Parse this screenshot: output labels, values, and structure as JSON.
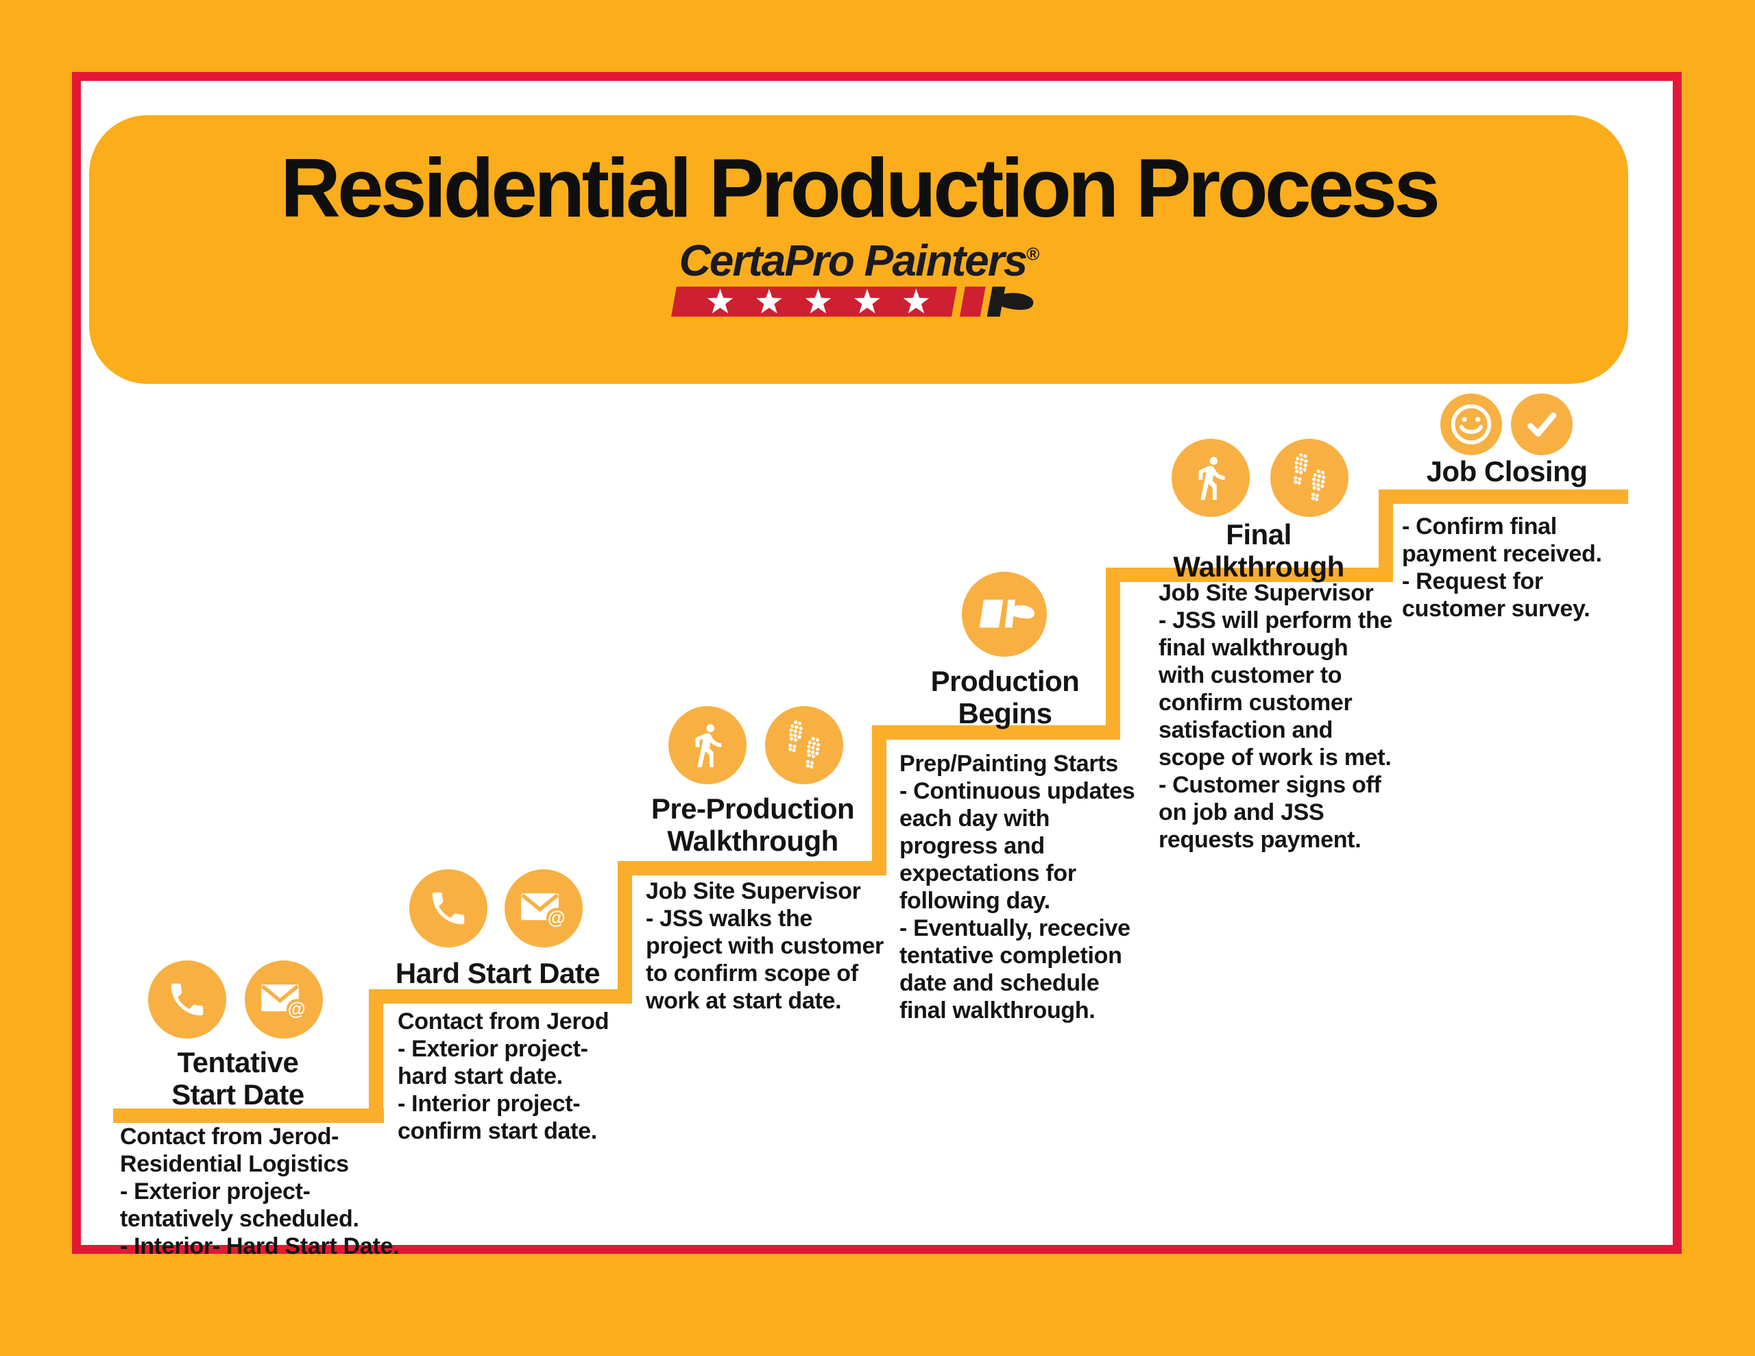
{
  "colors": {
    "background_yellow": "#FBAD1B",
    "stair_yellow": "#FBAE2B",
    "icon_circle_yellow": "#F8B042",
    "border_red": "#E31837",
    "logo_red": "#CE2030",
    "text": "#141414"
  },
  "banner": {
    "title": "Residential Production Process",
    "logo_text": "CertaPro Painters",
    "logo_reg": "®",
    "star_count": 5
  },
  "steps": [
    {
      "name": "tentative-start-date",
      "title": "Tentative\nStart Date",
      "body": "Contact from Jerod-\nResidential Logistics\n- Exterior project-\ntentatively scheduled.\n- Interior- Hard Start Date.",
      "icons": [
        "phone-icon",
        "mail-at-icon"
      ]
    },
    {
      "name": "hard-start-date",
      "title": "Hard Start Date",
      "body": "Contact from Jerod\n- Exterior project-\nhard start date.\n- Interior project-\nconfirm start date.",
      "icons": [
        "phone-icon",
        "mail-at-icon"
      ]
    },
    {
      "name": "pre-production-walkthrough",
      "title": "Pre-Production\nWalkthrough",
      "body": "Job Site Supervisor\n- JSS walks the\nproject with customer\nto confirm scope of\nwork at start date.",
      "icons": [
        "walking-person-icon",
        "footprints-icon"
      ]
    },
    {
      "name": "production-begins",
      "title": "Production\nBegins",
      "body": "Prep/Painting Starts\n- Continuous updates\neach day with\nprogress and\nexpectations for\nfollowing day.\n- Eventually, rececive\ntentative completion\ndate and schedule\nfinal walkthrough.",
      "icons": [
        "paint-brush-icon"
      ]
    },
    {
      "name": "final-walkthrough",
      "title": "Final\nWalkthrough",
      "body": "Job Site Supervisor\n- JSS will perform the\nfinal walkthrough\nwith customer to\nconfirm customer\nsatisfaction and\nscope of work is met.\n- Customer signs off\non job and JSS\nrequests payment.",
      "icons": [
        "walking-person-icon",
        "footprints-icon"
      ]
    },
    {
      "name": "job-closing",
      "title": "Job Closing",
      "body": "- Confirm final\npayment received.\n- Request for\ncustomer survey.",
      "icons": [
        "smiley-face-icon",
        "checkmark-icon"
      ]
    }
  ]
}
